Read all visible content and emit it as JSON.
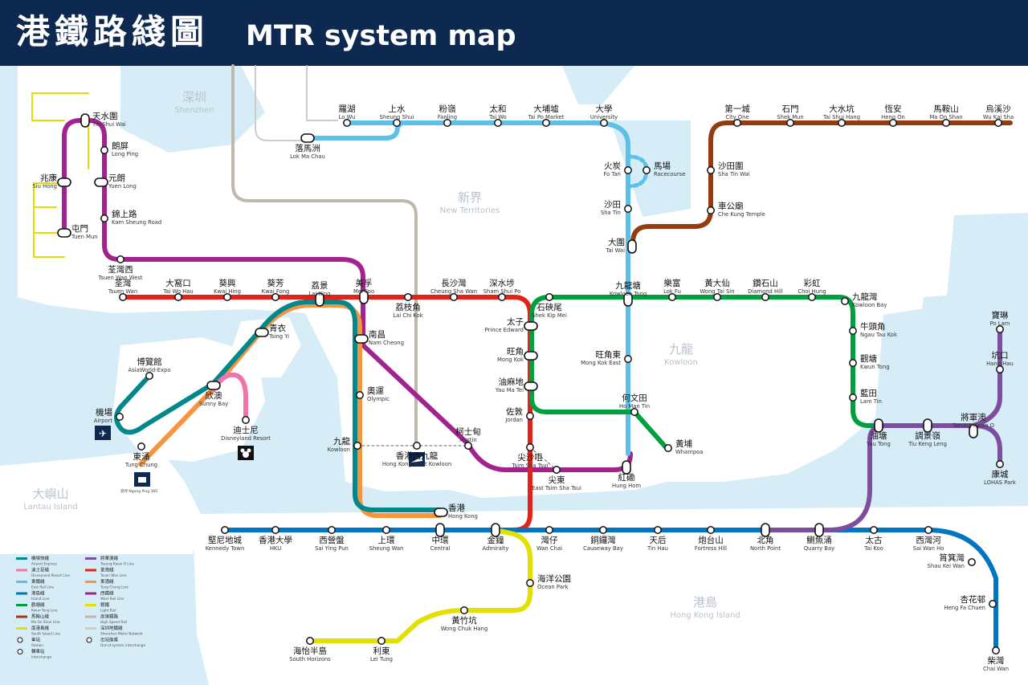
{
  "header": {
    "title_zh": "港鐵路綫圖",
    "title_en": "MTR system map"
  },
  "colors": {
    "header_bg": "#0d2950",
    "water": "#d6ecf7",
    "land": "#ffffff",
    "east_rail": "#5ebfe8",
    "tsuen_wan": "#e2231a",
    "kwun_tong": "#00a040",
    "island": "#0075c2",
    "tseung_kwan_o": "#7d4e9f",
    "tung_chung": "#f7943e",
    "airport_express": "#00888a",
    "ma_on_shan": "#923c10",
    "west_rail": "#a2238e",
    "disneyland": "#f173ac",
    "south_island": "#e2e000",
    "high_speed_rail": "#bfb8ad",
    "shenzhen_metro": "#cccccc"
  },
  "regions": [
    {
      "zh": "深圳",
      "en": "Shenzhen"
    },
    {
      "zh": "新界",
      "en": "New Territories"
    },
    {
      "zh": "九龍",
      "en": "Kowloon"
    },
    {
      "zh": "港島",
      "en": "Hong Kong Island"
    },
    {
      "zh": "大嶼山",
      "en": "Lantau Island"
    }
  ],
  "stations": [
    {
      "zh": "天水圍",
      "en": "Tin Shui Wai"
    },
    {
      "zh": "朗屏",
      "en": "Long Ping"
    },
    {
      "zh": "元朗",
      "en": "Yuen Long"
    },
    {
      "zh": "錦上路",
      "en": "Kam Sheung Road"
    },
    {
      "zh": "兆康",
      "en": "Siu Hong"
    },
    {
      "zh": "屯門",
      "en": "Tuen Mun"
    },
    {
      "zh": "荃灣西",
      "en": "Tsuen Wan West"
    },
    {
      "zh": "羅湖",
      "en": "Lo Wu"
    },
    {
      "zh": "上水",
      "en": "Sheung Shui"
    },
    {
      "zh": "落馬洲",
      "en": "Lok Ma Chau"
    },
    {
      "zh": "粉嶺",
      "en": "Fanling"
    },
    {
      "zh": "太和",
      "en": "Tai Wo"
    },
    {
      "zh": "大埔墟",
      "en": "Tai Po Market"
    },
    {
      "zh": "大學",
      "en": "University"
    },
    {
      "zh": "火炭",
      "en": "Fo Tan"
    },
    {
      "zh": "馬場",
      "en": "Racecourse"
    },
    {
      "zh": "沙田",
      "en": "Sha Tin"
    },
    {
      "zh": "大圍",
      "en": "Tai Wai"
    },
    {
      "zh": "第一城",
      "en": "City One"
    },
    {
      "zh": "石門",
      "en": "Shek Mun"
    },
    {
      "zh": "大水坑",
      "en": "Tai Shui Hang"
    },
    {
      "zh": "恆安",
      "en": "Heng On"
    },
    {
      "zh": "馬鞍山",
      "en": "Ma On Shan"
    },
    {
      "zh": "烏溪沙",
      "en": "Wu Kai Sha"
    },
    {
      "zh": "沙田圍",
      "en": "Sha Tin Wai"
    },
    {
      "zh": "車公廟",
      "en": "Che Kung Temple"
    },
    {
      "zh": "荃灣",
      "en": "Tsuen Wan"
    },
    {
      "zh": "大窩口",
      "en": "Tai Wo Hau"
    },
    {
      "zh": "葵興",
      "en": "Kwai Hing"
    },
    {
      "zh": "葵芳",
      "en": "Kwai Fong"
    },
    {
      "zh": "荔景",
      "en": "Lai King"
    },
    {
      "zh": "美孚",
      "en": "Mei Foo"
    },
    {
      "zh": "長沙灣",
      "en": "Cheung Sha Wan"
    },
    {
      "zh": "深水埗",
      "en": "Sham Shui Po"
    },
    {
      "zh": "荔枝角",
      "en": "Lai Chi Kok"
    },
    {
      "zh": "九龍塘",
      "en": "Kowloon Tong"
    },
    {
      "zh": "樂富",
      "en": "Lok Fu"
    },
    {
      "zh": "黃大仙",
      "en": "Wong Tai Sin"
    },
    {
      "zh": "鑽石山",
      "en": "Diamond Hill"
    },
    {
      "zh": "彩虹",
      "en": "Choi Hung"
    },
    {
      "zh": "九龍灣",
      "en": "Kowloon Bay"
    },
    {
      "zh": "牛頭角",
      "en": "Ngau Tau Kok"
    },
    {
      "zh": "觀塘",
      "en": "Kwun Tong"
    },
    {
      "zh": "藍田",
      "en": "Lam Tin"
    },
    {
      "zh": "石硤尾",
      "en": "Shek Kip Mei"
    },
    {
      "zh": "太子",
      "en": "Prince Edward"
    },
    {
      "zh": "旺角",
      "en": "Mong Kok"
    },
    {
      "zh": "油麻地",
      "en": "Yau Ma Tei"
    },
    {
      "zh": "佐敦",
      "en": "Jordan"
    },
    {
      "zh": "尖沙咀",
      "en": "Tsim Sha Tsui"
    },
    {
      "zh": "旺角東",
      "en": "Mong Kok East"
    },
    {
      "zh": "何文田",
      "en": "Ho Man Tin"
    },
    {
      "zh": "黃埔",
      "en": "Whampoa"
    },
    {
      "zh": "紅磡",
      "en": "Hung Hom"
    },
    {
      "zh": "尖東",
      "en": "East Tsim Sha Tsui"
    },
    {
      "zh": "柯士甸",
      "en": "Austin"
    },
    {
      "zh": "南昌",
      "en": "Nam Cheong"
    },
    {
      "zh": "奧運",
      "en": "Olympic"
    },
    {
      "zh": "九龍",
      "en": "Kowloon"
    },
    {
      "zh": "香港西九龍",
      "en": "Hong Kong West Kowloon"
    },
    {
      "zh": "青衣",
      "en": "Tsing Yi"
    },
    {
      "zh": "博覽館",
      "en": "AsiaWorld-Expo"
    },
    {
      "zh": "機場",
      "en": "Airport"
    },
    {
      "zh": "欣澳",
      "en": "Sunny Bay"
    },
    {
      "zh": "迪士尼",
      "en": "Disneyland Resort"
    },
    {
      "zh": "東涌",
      "en": "Tung Chung"
    },
    {
      "zh": "香港",
      "en": "Hong Kong"
    },
    {
      "zh": "堅尼地城",
      "en": "Kennedy Town"
    },
    {
      "zh": "香港大學",
      "en": "HKU"
    },
    {
      "zh": "西營盤",
      "en": "Sai Ying Pun"
    },
    {
      "zh": "上環",
      "en": "Sheung Wan"
    },
    {
      "zh": "中環",
      "en": "Central"
    },
    {
      "zh": "金鐘",
      "en": "Admiralty"
    },
    {
      "zh": "灣仔",
      "en": "Wan Chai"
    },
    {
      "zh": "銅鑼灣",
      "en": "Causeway Bay"
    },
    {
      "zh": "天后",
      "en": "Tin Hau"
    },
    {
      "zh": "炮台山",
      "en": "Fortress Hill"
    },
    {
      "zh": "北角",
      "en": "North Point"
    },
    {
      "zh": "鰂魚涌",
      "en": "Quarry Bay"
    },
    {
      "zh": "太古",
      "en": "Tai Koo"
    },
    {
      "zh": "西灣河",
      "en": "Sai Wan Ho"
    },
    {
      "zh": "筲箕灣",
      "en": "Shau Kei Wan"
    },
    {
      "zh": "杏花邨",
      "en": "Heng Fa Chuen"
    },
    {
      "zh": "柴灣",
      "en": "Chai Wan"
    },
    {
      "zh": "海洋公園",
      "en": "Ocean Park"
    },
    {
      "zh": "黃竹坑",
      "en": "Wong Chuk Hang"
    },
    {
      "zh": "利東",
      "en": "Lei Tung"
    },
    {
      "zh": "海怡半島",
      "en": "South Horizons"
    },
    {
      "zh": "寶琳",
      "en": "Po Lam"
    },
    {
      "zh": "坑口",
      "en": "Hang Hau"
    },
    {
      "zh": "將軍澳",
      "en": "Tseung Kwan O"
    },
    {
      "zh": "康城",
      "en": "LOHAS Park"
    },
    {
      "zh": "油塘",
      "en": "Yau Tong"
    },
    {
      "zh": "調景嶺",
      "en": "Tiu Keng Leng"
    }
  ],
  "ngong_ping": "昂坪 Ngong Ping 360",
  "legend": [
    {
      "zh": "機場快綫",
      "en": "Airport Express"
    },
    {
      "zh": "迪士尼綫",
      "en": "Disneyland Resort Line"
    },
    {
      "zh": "東鐵綫",
      "en": "East Rail Line"
    },
    {
      "zh": "港島綫",
      "en": "Island Line"
    },
    {
      "zh": "觀塘綫",
      "en": "Kwun Tong Line"
    },
    {
      "zh": "馬鞍山綫",
      "en": "Ma On Shan Line"
    },
    {
      "zh": "南港島綫",
      "en": "South Island Line"
    },
    {
      "zh": "將軍澳綫",
      "en": "Tseung Kwan O Line"
    },
    {
      "zh": "荃灣綫",
      "en": "Tsuen Wan Line"
    },
    {
      "zh": "東涌綫",
      "en": "Tung Chung Line"
    },
    {
      "zh": "西鐵綫",
      "en": "West Rail Line"
    },
    {
      "zh": "輕鐵",
      "en": "Light Rail"
    },
    {
      "zh": "高速鐵路",
      "en": "High Speed Rail"
    },
    {
      "zh": "深圳地鐵綫",
      "en": "Shenzhen Metro Network"
    },
    {
      "zh": "車站",
      "en": "Station"
    },
    {
      "zh": "轉車站",
      "en": "Interchange"
    },
    {
      "zh": "出站換乘",
      "en": "Out-of-system interchange"
    }
  ]
}
